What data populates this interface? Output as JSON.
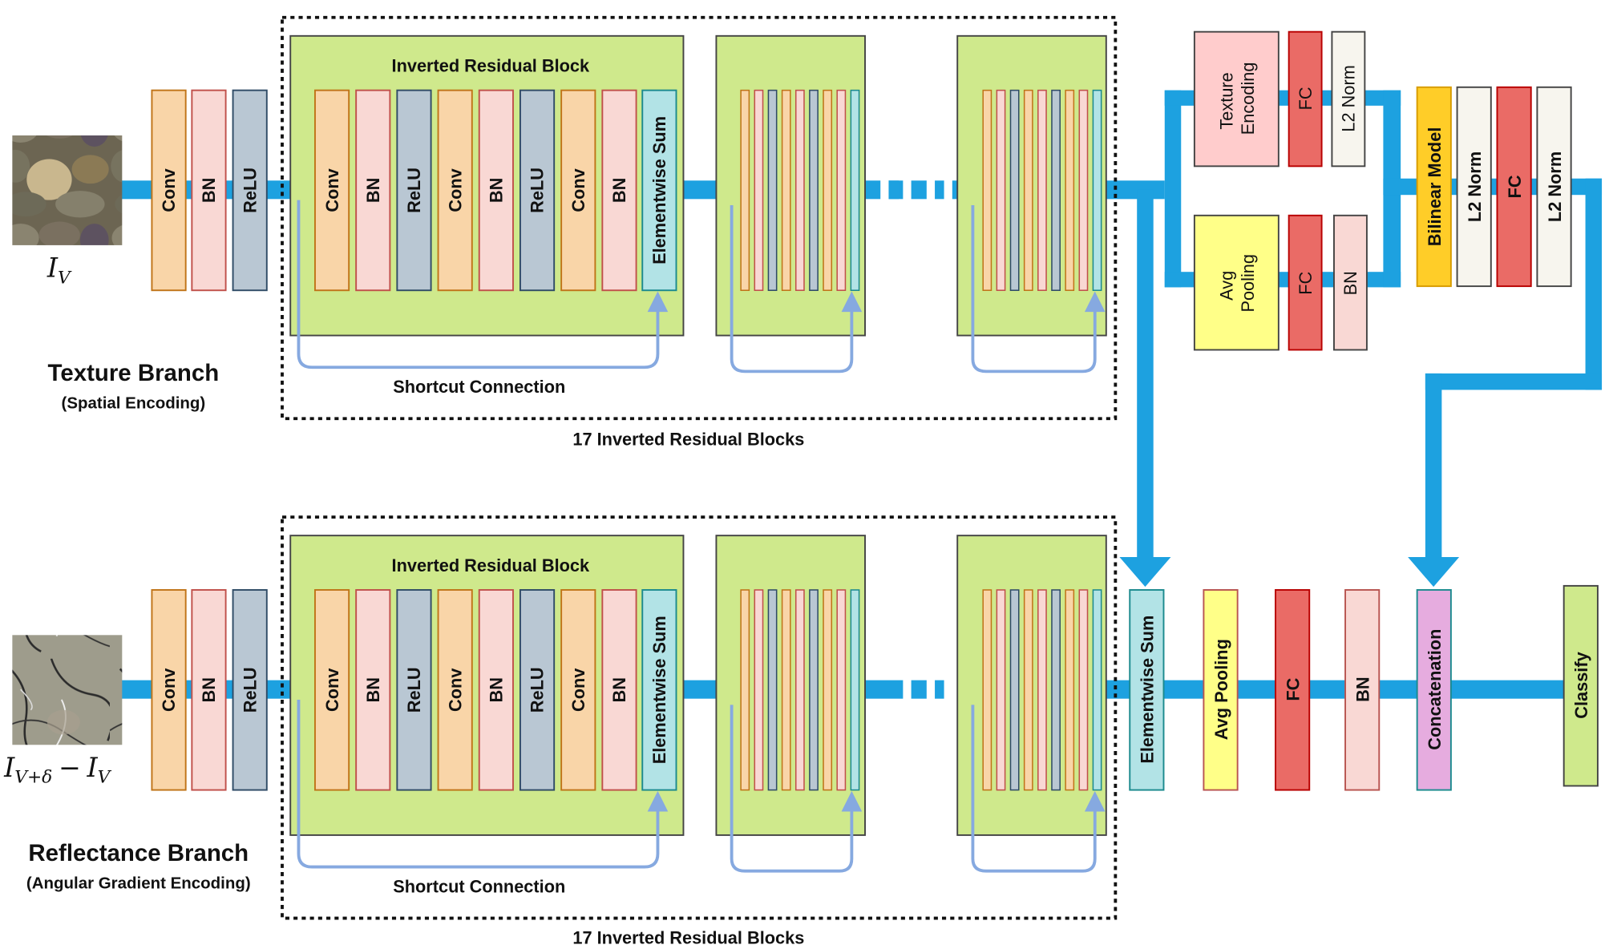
{
  "colors": {
    "flow": "#1da1e0",
    "skip": "#86a9e0",
    "conv": {
      "fill": "#f9d5a8",
      "stroke": "#c07418"
    },
    "bn": {
      "fill": "#f9d8d4",
      "stroke": "#c0504a"
    },
    "relu": {
      "fill": "#b9c7d3",
      "stroke": "#2f4b66"
    },
    "sum": {
      "fill": "#b2e3e6",
      "stroke": "#1b8a8e"
    },
    "fc": {
      "fill": "#ea6b66",
      "stroke": "#b80000"
    },
    "l2": {
      "fill": "#f7f5ee",
      "stroke": "#444444"
    },
    "texenc": {
      "fill": "#ffcccc",
      "stroke": "#444444"
    },
    "avgpool": {
      "fill": "#ffff88",
      "stroke": "#444444"
    },
    "avgpool_main": {
      "fill": "#ffff88",
      "stroke": "#b85450"
    },
    "bilinear": {
      "fill": "#ffcd28",
      "stroke": "#d79b00"
    },
    "concat": {
      "fill": "#e6acdf",
      "stroke": "#1b8a8e"
    },
    "classify": {
      "fill": "#cfe98c",
      "stroke": "#444444"
    },
    "block": "#cfe98c"
  },
  "texture_branch": {
    "title": "Texture Branch",
    "subtitle": "(Spatial Encoding)",
    "input_label": "I",
    "input_sub": "V",
    "stem_layers": [
      "Conv",
      "BN",
      "ReLU"
    ],
    "block_title": "Inverted Residual Block",
    "block_layers": [
      "Conv",
      "BN",
      "ReLU",
      "Conv",
      "BN",
      "ReLU",
      "Conv",
      "BN",
      "Elementwise Sum"
    ],
    "shortcut_label": "Shortcut Connection",
    "group_label": "17 Inverted Residual Blocks"
  },
  "reflectance_branch": {
    "title": "Reflectance Branch",
    "subtitle": "(Angular Gradient Encoding)",
    "input_label_a": "I",
    "input_sub_a": "V+δ",
    "input_minus": "−",
    "input_label_b": "I",
    "input_sub_b": "V",
    "stem_layers": [
      "Conv",
      "BN",
      "ReLU"
    ],
    "block_title": "Inverted Residual Block",
    "block_layers": [
      "Conv",
      "BN",
      "ReLU",
      "Conv",
      "BN",
      "ReLU",
      "Conv",
      "BN",
      "Elementwise Sum"
    ],
    "shortcut_label": "Shortcut Connection",
    "group_label": "17 Inverted Residual Blocks"
  },
  "texture_head": {
    "upper": [
      "Texture Encoding",
      "FC",
      "L2 Norm"
    ],
    "upper_first_lines": [
      "Texture",
      "Encoding"
    ],
    "lower": [
      "Avg Pooling",
      "FC",
      "BN"
    ],
    "lower_first_lines": [
      "Avg",
      "Pooling"
    ],
    "fusion": [
      "Bilinear Model",
      "L2 Norm",
      "FC",
      "L2 Norm"
    ]
  },
  "fusion_head": {
    "layers": [
      "Elementwise Sum",
      "Avg Pooling",
      "FC",
      "BN",
      "Concatenation"
    ],
    "output": "Classify"
  }
}
